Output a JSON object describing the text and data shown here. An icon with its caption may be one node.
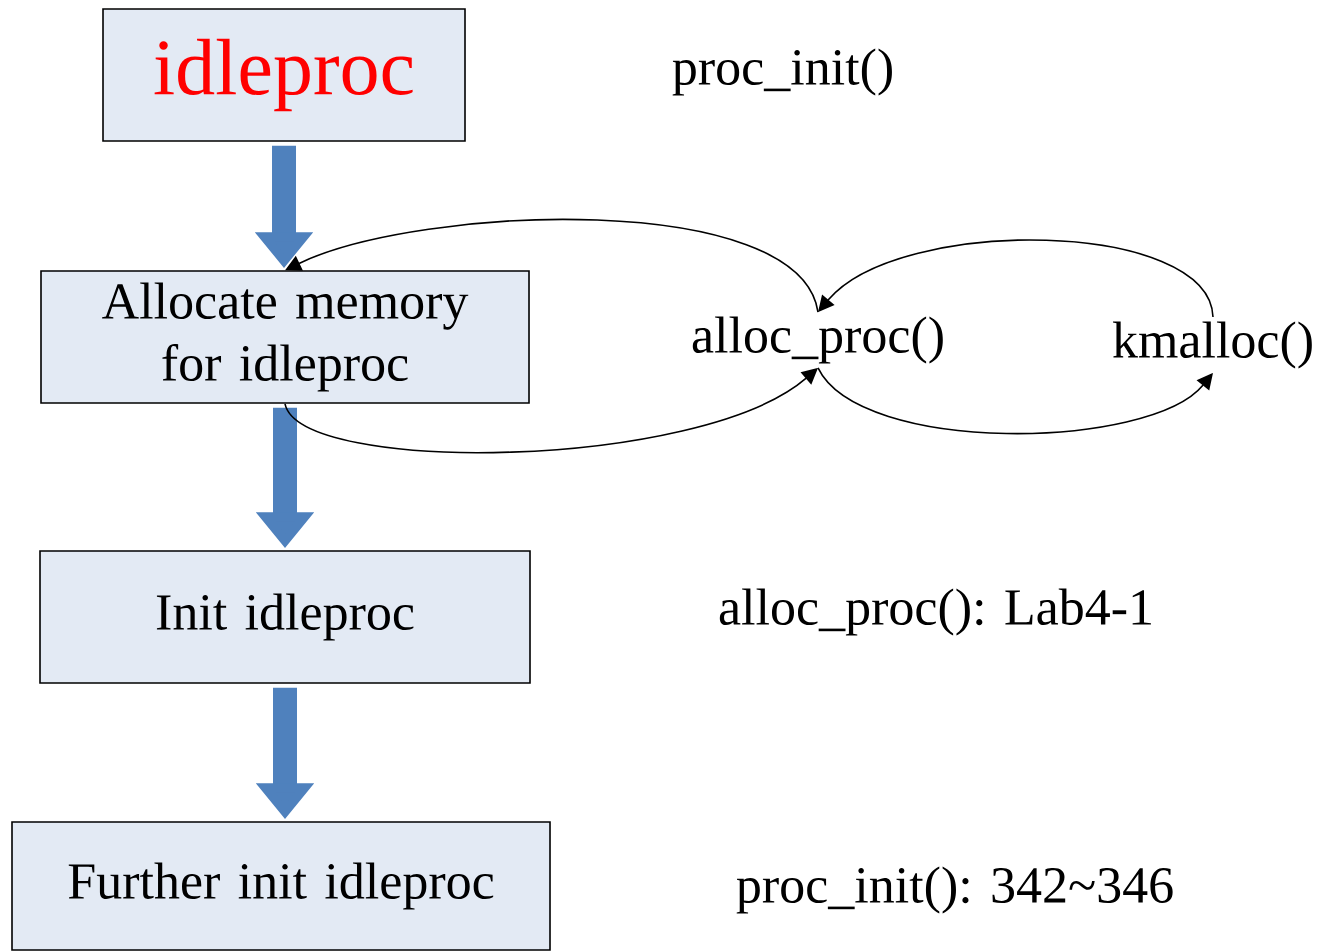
{
  "diagram": {
    "nodes": [
      {
        "text": [
          "idleproc"
        ]
      },
      {
        "text": [
          "Allocate memory for idleproc"
        ]
      },
      {
        "text": [
          "Init idleproc"
        ]
      },
      {
        "text": [
          "Further init idleproc"
        ]
      },
      {
        "text": [
          "alloc_proc()"
        ]
      },
      {
        "text": [
          "kmalloc()"
        ]
      }
    ],
    "edges": [
      {
        "from": 0,
        "to": 1,
        "arrow": "to",
        "style": "thick",
        "color": "#4f81bd"
      },
      {
        "from": 1,
        "to": 2,
        "arrow": "to",
        "style": "thick",
        "color": "#4f81bd"
      },
      {
        "from": 2,
        "to": 3,
        "arrow": "to",
        "style": "thick",
        "color": "#4f81bd"
      },
      {
        "from": 1,
        "to": 4,
        "arrow": "to"
      },
      {
        "from": 4,
        "to": 5,
        "arrow": "to"
      },
      {
        "from": 5,
        "to": 4,
        "arrow": "to"
      },
      {
        "from": 4,
        "to": 1,
        "arrow": "to"
      }
    ],
    "labels": [
      "proc_init()",
      "alloc_proc(): Lab4-1",
      "proc_init(): 342~346"
    ]
  }
}
